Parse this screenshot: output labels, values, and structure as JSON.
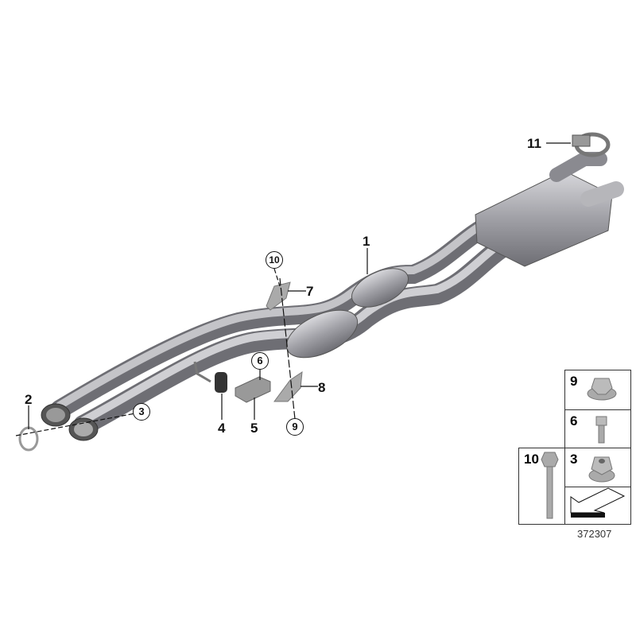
{
  "callouts": {
    "c1": "1",
    "c2": "2",
    "c3": "3",
    "c4": "4",
    "c5": "5",
    "c6": "6",
    "c7": "7",
    "c8": "8",
    "c9": "9",
    "c10": "10",
    "c11": "11"
  },
  "parts_table": {
    "cells": [
      {
        "label": "9",
        "icon": "flange-nut"
      },
      {
        "label": "6",
        "icon": "hex-bolt-short"
      },
      {
        "label": "3",
        "icon": "collar-nut"
      },
      {
        "label": "10",
        "icon": "hex-bolt-long"
      },
      {
        "label": "",
        "icon": "direction-arrow"
      }
    ]
  },
  "diagram_number": "372307",
  "colors": {
    "part": "#9a9a9e",
    "line": "#111111"
  }
}
